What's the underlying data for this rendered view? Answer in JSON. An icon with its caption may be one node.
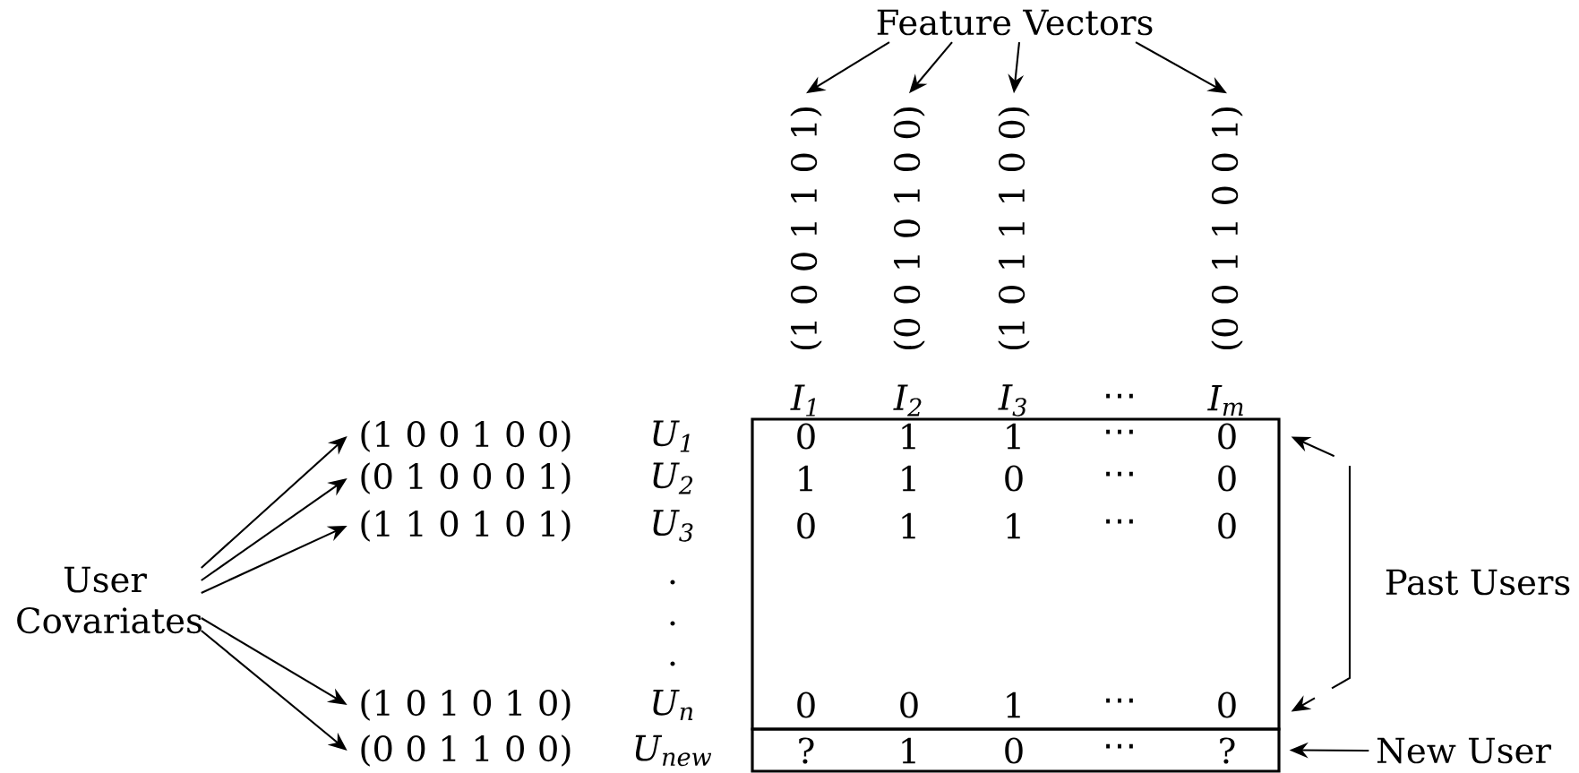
{
  "diagram": {
    "nodes": [
      {
        "text": [
          "Feature Vectors"
        ]
      },
      {
        "text": [
          "(1 0 0 1 1 0 1)"
        ]
      },
      {
        "text": [
          "(0 0 1 0 1 0 0)"
        ]
      },
      {
        "text": [
          "(1 0 1 1 1 0 0)"
        ]
      },
      {
        "text": [
          "(0 0 1 1 0 0 1)"
        ]
      },
      {
        "text": [
          "User Covariates"
        ]
      },
      {
        "text": [
          "(1 0 0 1 0 0)"
        ]
      },
      {
        "text": [
          "(0 1 0 0 0 1)"
        ]
      },
      {
        "text": [
          "(1 1 0 1 0 1)"
        ]
      },
      {
        "text": [
          "(1 0 1 0 1 0)"
        ]
      },
      {
        "text": [
          "(0 0 1 1 0 0)"
        ]
      },
      {
        "text": [
          "0",
          "1",
          "1",
          "⋯",
          "0",
          "1",
          "1",
          "0",
          "⋯",
          "0",
          "0",
          "1",
          "1",
          "⋯",
          "0",
          "0",
          "0",
          "1",
          "⋯",
          "0"
        ]
      },
      {
        "text": [
          "?",
          "1",
          "0",
          "⋯",
          "?"
        ]
      },
      {
        "text": [
          "Past Users"
        ]
      },
      {
        "text": [
          "New User"
        ]
      }
    ],
    "edges": [
      {
        "from": 0,
        "to": 1,
        "arrow": "to"
      },
      {
        "from": 0,
        "to": 2,
        "arrow": "to"
      },
      {
        "from": 0,
        "to": 3,
        "arrow": "to"
      },
      {
        "from": 0,
        "to": 4,
        "arrow": "to"
      },
      {
        "from": 5,
        "to": 6,
        "arrow": "to"
      },
      {
        "from": 5,
        "to": 7,
        "arrow": "to"
      },
      {
        "from": 5,
        "to": 8,
        "arrow": "to"
      },
      {
        "from": 5,
        "to": 9,
        "arrow": "to"
      },
      {
        "from": 5,
        "to": 10,
        "arrow": "to"
      },
      {
        "from": 13,
        "to": 11,
        "arrow": "to",
        "style": "dashed"
      },
      {
        "from": 13,
        "to": 11,
        "arrow": "to",
        "style": "dashed"
      },
      {
        "from": 14,
        "to": 12,
        "arrow": "to"
      }
    ],
    "labels": [
      "I$_{1}$",
      "I$_{2}$",
      "I$_{3}$",
      "⋯",
      "I$_{m}$",
      "U$_{1}$",
      "U$_{2}$",
      "U$_{3}$",
      ".",
      ".",
      ".",
      "U$_{n}$",
      "U$_{new}$"
    ]
  }
}
